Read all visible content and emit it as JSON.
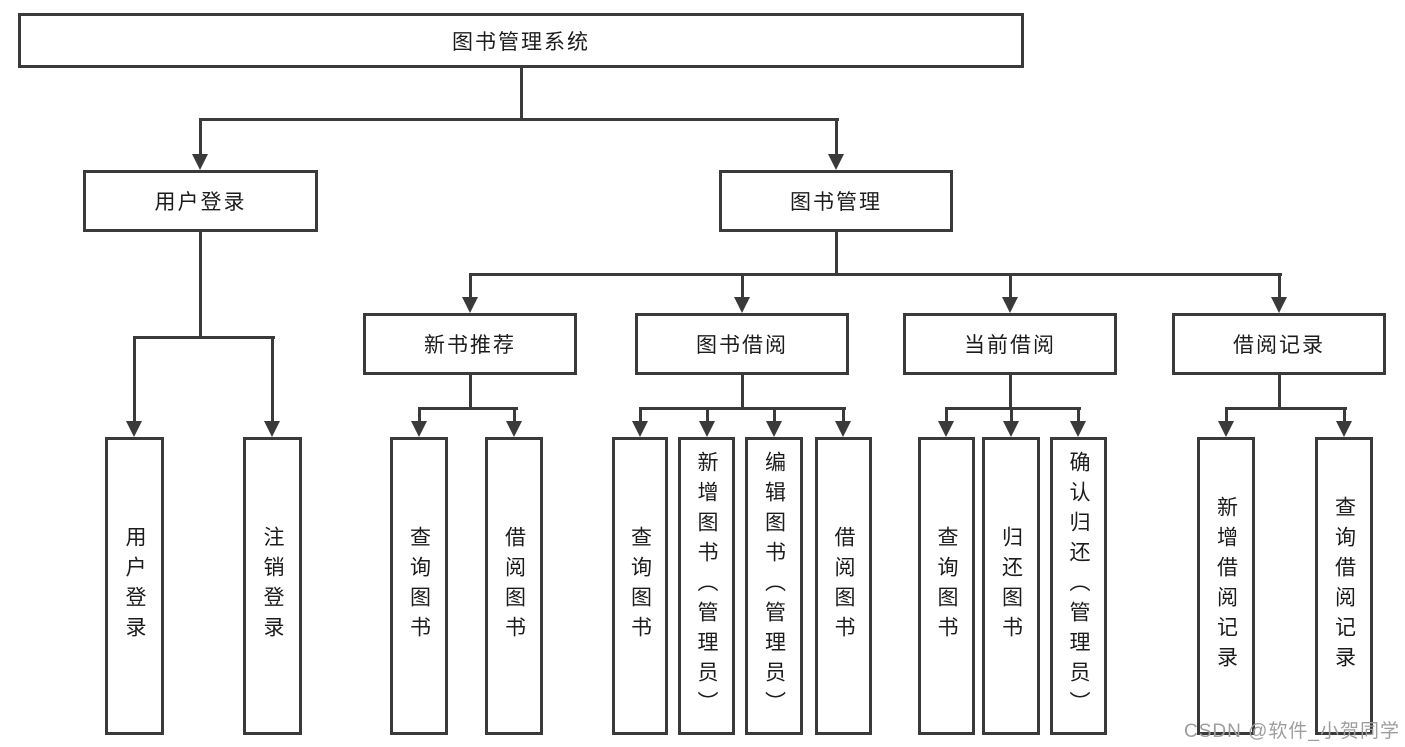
{
  "nodes": {
    "root": "图书管理系统",
    "level2": [
      {
        "label": "用户登录"
      },
      {
        "label": "图书管理"
      }
    ],
    "level3": [
      {
        "label": "新书推荐"
      },
      {
        "label": "图书借阅"
      },
      {
        "label": "当前借阅"
      },
      {
        "label": "借阅记录"
      }
    ],
    "leaves": [
      {
        "label": "用户登录"
      },
      {
        "label": "注销登录"
      },
      {
        "label": "查询图书"
      },
      {
        "label": "借阅图书"
      },
      {
        "label": "查询图书"
      },
      {
        "label": "新增图书（管理员）"
      },
      {
        "label": "编辑图书（管理员）"
      },
      {
        "label": "借阅图书"
      },
      {
        "label": "查询图书"
      },
      {
        "label": "归还图书"
      },
      {
        "label": "确认归还（管理员）"
      },
      {
        "label": "新增借阅记录"
      },
      {
        "label": "查询借阅记录"
      }
    ]
  },
  "watermark": "CSDN @软件_小贺同学",
  "colors": {
    "line": "#3a3a3a",
    "text": "#1c1c1c",
    "watermark": "#9e9e9e",
    "background": "#ffffff"
  }
}
